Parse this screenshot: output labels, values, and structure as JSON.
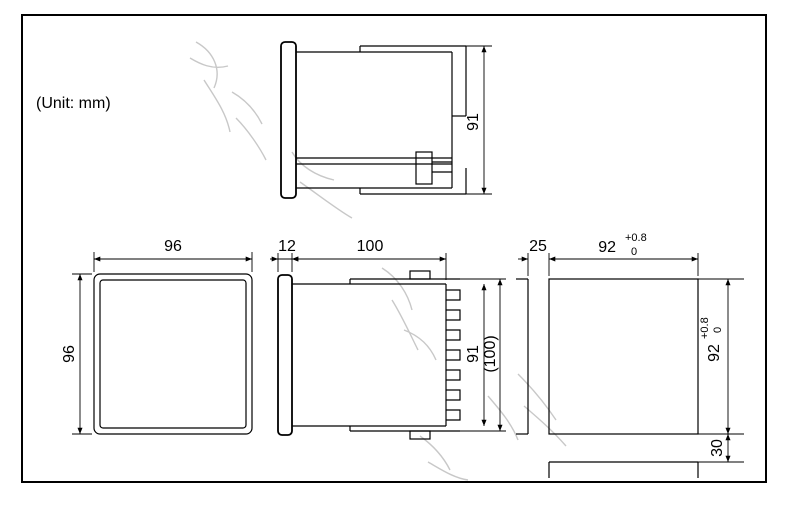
{
  "unit_label": "(Unit: mm)",
  "side_view_top": {
    "height_dim": "91"
  },
  "front_view": {
    "width_dim": "96",
    "height_dim": "96"
  },
  "side_view": {
    "bezel_dim": "12",
    "depth_dim": "100",
    "body_height_dim": "91",
    "overall_height_dim": "(100)"
  },
  "panel_cutout": {
    "spacing_dim": "25",
    "width_main": "92",
    "width_tol_upper": "+0.8",
    "width_tol_lower": "0",
    "height_main": "92",
    "height_tol_upper": "+0.8",
    "height_tol_lower": "0",
    "gap_dim": "30"
  },
  "colors": {
    "line": "#000000",
    "watermark": "#c8c8c8",
    "background": "#ffffff"
  }
}
